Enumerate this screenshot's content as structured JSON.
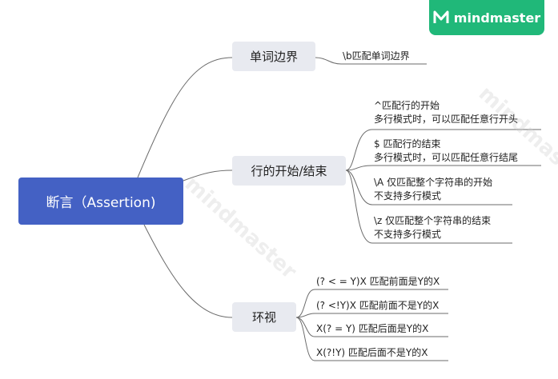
{
  "brand": {
    "name": "mindmaster",
    "color": "#20b879"
  },
  "watermark": "mindmaster",
  "root": {
    "label": "断言（Assertion)",
    "color": "#4461c4"
  },
  "branches": [
    {
      "label": "单词边界",
      "leaves": [
        {
          "lines": [
            "\\b匹配单词边界"
          ]
        }
      ]
    },
    {
      "label": "行的开始/结束",
      "leaves": [
        {
          "lines": [
            "^匹配行的开始",
            "多行模式时，可以匹配任意行开头"
          ]
        },
        {
          "lines": [
            "$ 匹配行的结束",
            "多行模式时，可以匹配任意行结尾"
          ]
        },
        {
          "lines": [
            "\\A 仅匹配整个字符串的开始",
            "不支持多行模式"
          ]
        },
        {
          "lines": [
            "\\z 仅匹配整个字符串的结束",
            "不支持多行模式"
          ]
        }
      ]
    },
    {
      "label": "环视",
      "leaves": [
        {
          "lines": [
            "(? < = Y)X 匹配前面是Y的X"
          ]
        },
        {
          "lines": [
            "(? <!Y)X 匹配前面不是Y的X"
          ]
        },
        {
          "lines": [
            "X(? = Y) 匹配后面是Y的X"
          ]
        },
        {
          "lines": [
            "X(?!Y) 匹配后面不是Y的X"
          ]
        }
      ]
    }
  ]
}
